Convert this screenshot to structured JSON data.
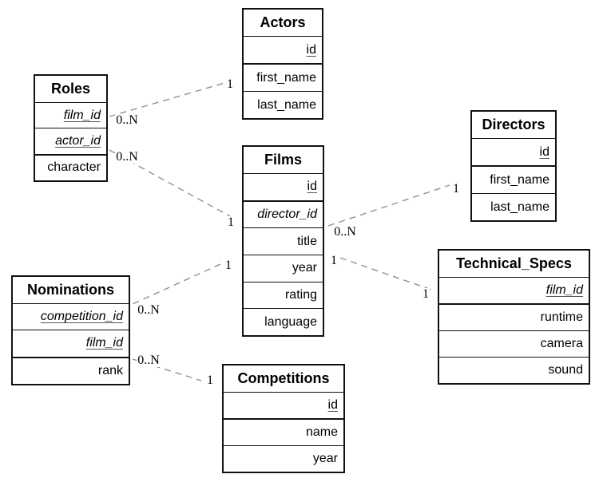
{
  "tables": {
    "actors": {
      "title": "Actors",
      "fields": [
        {
          "name": "id",
          "key": "PK"
        },
        {
          "name": "first_name",
          "key": ""
        },
        {
          "name": "last_name",
          "key": ""
        }
      ]
    },
    "roles": {
      "title": "Roles",
      "fields": [
        {
          "name": "film_id",
          "key": "PK,FK"
        },
        {
          "name": "actor_id",
          "key": "PK,FK"
        },
        {
          "name": "character",
          "key": ""
        }
      ]
    },
    "films": {
      "title": "Films",
      "fields": [
        {
          "name": "id",
          "key": "PK"
        },
        {
          "name": "director_id",
          "key": "FK"
        },
        {
          "name": "title",
          "key": ""
        },
        {
          "name": "year",
          "key": ""
        },
        {
          "name": "rating",
          "key": ""
        },
        {
          "name": "language",
          "key": ""
        }
      ]
    },
    "directors": {
      "title": "Directors",
      "fields": [
        {
          "name": "id",
          "key": "PK"
        },
        {
          "name": "first_name",
          "key": ""
        },
        {
          "name": "last_name",
          "key": ""
        }
      ]
    },
    "technical_specs": {
      "title": "Technical_Specs",
      "fields": [
        {
          "name": "film_id",
          "key": "PK,FK"
        },
        {
          "name": "runtime",
          "key": ""
        },
        {
          "name": "camera",
          "key": ""
        },
        {
          "name": "sound",
          "key": ""
        }
      ]
    },
    "nominations": {
      "title": "Nominations",
      "fields": [
        {
          "name": "competition_id",
          "key": "PK,FK"
        },
        {
          "name": "film_id",
          "key": "PK,FK"
        },
        {
          "name": "rank",
          "key": ""
        }
      ]
    },
    "competitions": {
      "title": "Competitions",
      "fields": [
        {
          "name": "id",
          "key": "PK"
        },
        {
          "name": "name",
          "key": ""
        },
        {
          "name": "year",
          "key": ""
        }
      ]
    }
  },
  "relationships": [
    {
      "from": "Roles",
      "to": "Actors",
      "from_card": "0..N",
      "to_card": "1"
    },
    {
      "from": "Roles",
      "to": "Films",
      "from_card": "0..N",
      "to_card": "1"
    },
    {
      "from": "Films",
      "to": "Directors",
      "from_card": "0..N",
      "to_card": "1"
    },
    {
      "from": "Films",
      "to": "Technical_Specs",
      "from_card": "1",
      "to_card": "1"
    },
    {
      "from": "Films",
      "to": "Nominations",
      "from_card": "1",
      "to_card": "0..N"
    },
    {
      "from": "Nominations",
      "to": "Competitions",
      "from_card": "0..N",
      "to_card": "1"
    }
  ],
  "colors": {
    "border": "#111111",
    "line": "#909090",
    "background": "#ffffff",
    "text": "#000000"
  }
}
